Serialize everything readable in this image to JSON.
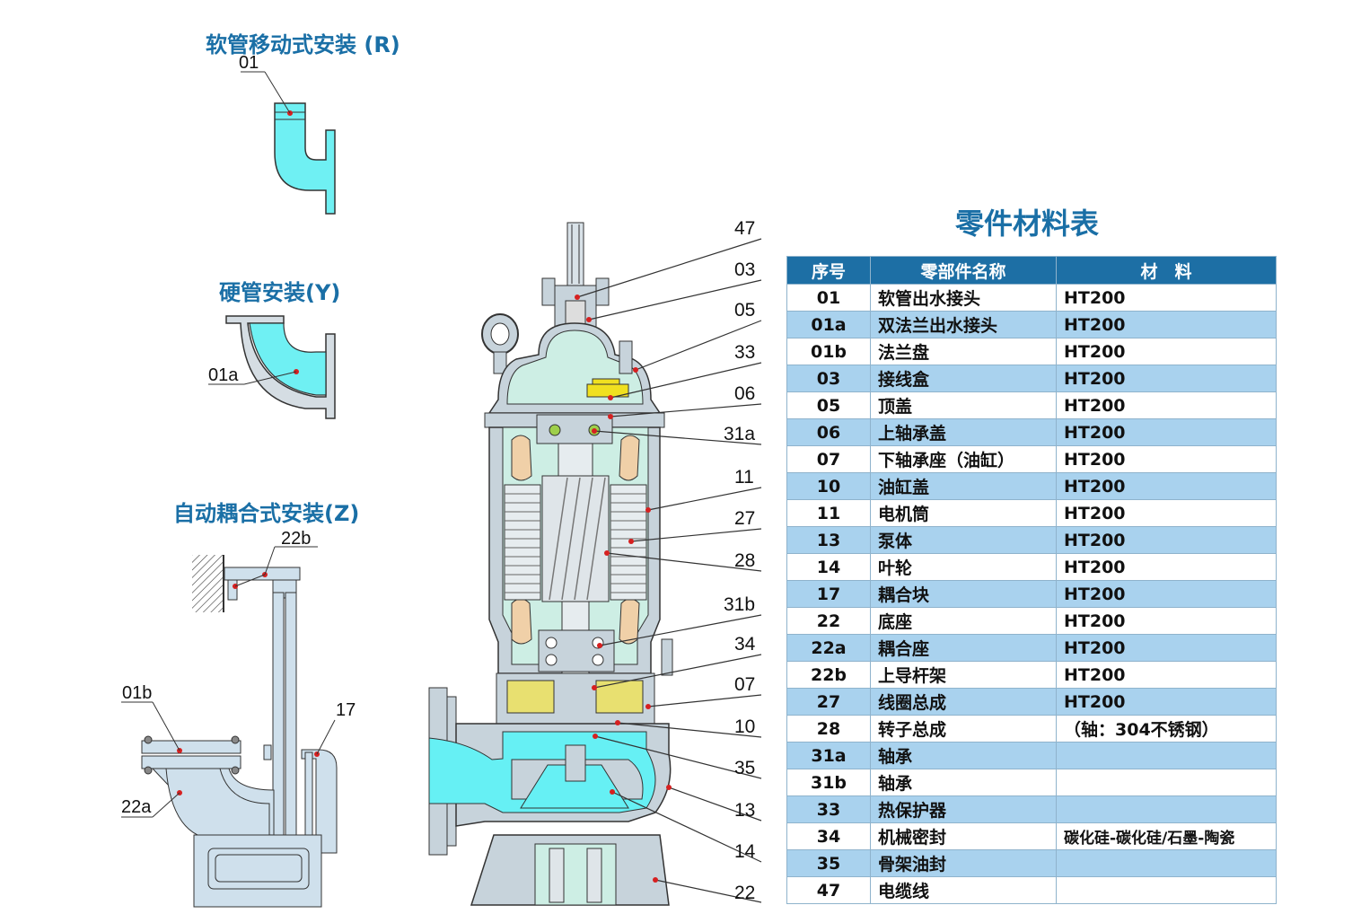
{
  "install": {
    "r_title": "软管移动式安装 (R)",
    "y_title": "硬管安装(Y)",
    "z_title": "自动耦合式安装(Z)",
    "r_labels": [
      "01"
    ],
    "y_labels": [
      "01a"
    ],
    "z_labels": [
      "22b",
      "01b",
      "17",
      "22a"
    ]
  },
  "callouts": [
    "47",
    "03",
    "05",
    "33",
    "06",
    "31a",
    "11",
    "27",
    "28",
    "31b",
    "34",
    "07",
    "10",
    "35",
    "13",
    "14",
    "22"
  ],
  "table": {
    "title": "零件材料表",
    "headers": [
      "序号",
      "零部件名称",
      "材　料"
    ],
    "rows": [
      [
        "01",
        "软管出水接头",
        "HT200"
      ],
      [
        "01a",
        "双法兰出水接头",
        "HT200"
      ],
      [
        "01b",
        "法兰盘",
        "HT200"
      ],
      [
        "03",
        "接线盒",
        "HT200"
      ],
      [
        "05",
        "顶盖",
        "HT200"
      ],
      [
        "06",
        "上轴承盖",
        "HT200"
      ],
      [
        "07",
        "下轴承座（油缸）",
        "HT200"
      ],
      [
        "10",
        "油缸盖",
        "HT200"
      ],
      [
        "11",
        "电机筒",
        "HT200"
      ],
      [
        "13",
        "泵体",
        "HT200"
      ],
      [
        "14",
        "叶轮",
        "HT200"
      ],
      [
        "17",
        "耦合块",
        "HT200"
      ],
      [
        "22",
        "底座",
        "HT200"
      ],
      [
        "22a",
        "耦合座",
        "HT200"
      ],
      [
        "22b",
        "上导杆架",
        "HT200"
      ],
      [
        "27",
        "线圈总成",
        "HT200"
      ],
      [
        "28",
        "转子总成",
        "（轴：304不锈钢）"
      ],
      [
        "31a",
        "轴承",
        ""
      ],
      [
        "31b",
        "轴承",
        ""
      ],
      [
        "33",
        "热保护器",
        ""
      ],
      [
        "34",
        "机械密封",
        "碳化硅-碳化硅/石墨-陶瓷"
      ],
      [
        "35",
        "骨架油封",
        ""
      ],
      [
        "47",
        "电缆线",
        ""
      ]
    ]
  },
  "colors": {
    "accent": "#1a6fa6",
    "header": "#1d6fa5",
    "stripe": "#a9d2ee",
    "water": "#66f0f4",
    "casing": "#c7d3db",
    "motor": "#cdeee4",
    "oil": "#e8e070"
  }
}
